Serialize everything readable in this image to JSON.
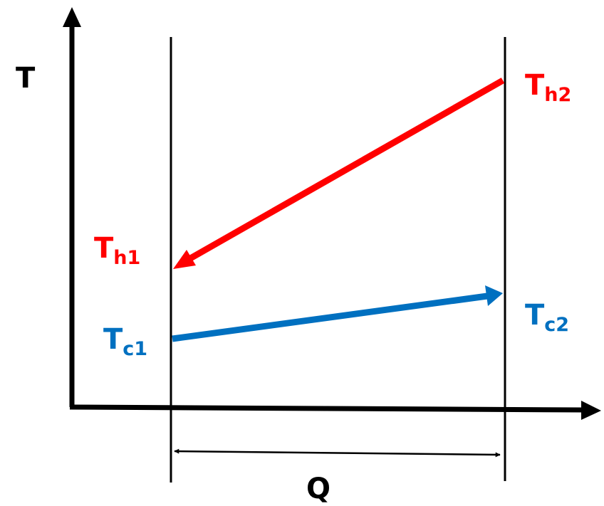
{
  "labels": {
    "t_axis": "T",
    "q": "Q",
    "th1": {
      "main": "T",
      "sub": "h1"
    },
    "th2": {
      "main": "T",
      "sub": "h2"
    },
    "tc1": {
      "main": "T",
      "sub": "c1"
    },
    "tc2": {
      "main": "T",
      "sub": "c2"
    }
  },
  "colors": {
    "axis": "#000000",
    "hot": "#ff0000",
    "cold": "#0070c0"
  }
}
